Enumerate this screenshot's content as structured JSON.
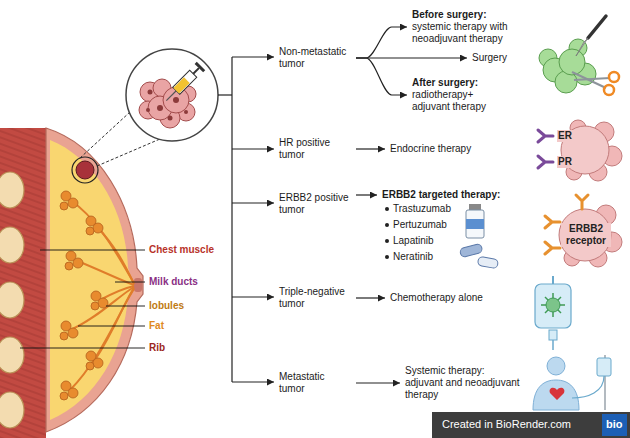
{
  "diagram": {
    "nodes": [
      {
        "text": [
          "Non-metastatic tumor"
        ]
      },
      {
        "text": [
          "Before surgery:",
          "systemic therapy with neoadjuvant therapy"
        ]
      },
      {
        "text": [
          "Surgery"
        ]
      },
      {
        "text": [
          "After surgery:",
          "radiotherapy+ adjuvant therapy"
        ]
      },
      {
        "text": [
          "HR positive tumor"
        ]
      },
      {
        "text": [
          "Endocrine therapy"
        ]
      },
      {
        "text": [
          "ERBB2 positive tumor"
        ]
      },
      {
        "text": [
          "ERBB2 targeted therapy:",
          "Trastuzumab",
          "Pertuzumab",
          "Lapatinib",
          "Neratinib"
        ]
      },
      {
        "text": [
          "Triple-negative tumor"
        ]
      },
      {
        "text": [
          "Chemotherapy alone"
        ]
      },
      {
        "text": [
          "Metastatic tumor"
        ]
      },
      {
        "text": [
          "Systemic therapy: adjuvant and neoadjuvant therapy"
        ]
      }
    ],
    "edges": [
      {
        "from": 0,
        "to": 1,
        "arrow": "to"
      },
      {
        "from": 0,
        "to": 2,
        "arrow": "to"
      },
      {
        "from": 0,
        "to": 3,
        "arrow": "to"
      },
      {
        "from": 4,
        "to": 5,
        "arrow": "to"
      },
      {
        "from": 6,
        "to": 7,
        "arrow": "to"
      },
      {
        "from": 8,
        "to": 9,
        "arrow": "to"
      },
      {
        "from": 10,
        "to": 11,
        "arrow": "to"
      }
    ],
    "labels": [
      "Chest muscle",
      "Milk ducts",
      "lobules",
      "Fat",
      "Rib",
      "ER",
      "PR",
      "ERBB2 receptor",
      "Created in BioRender.com",
      "bio"
    ]
  }
}
